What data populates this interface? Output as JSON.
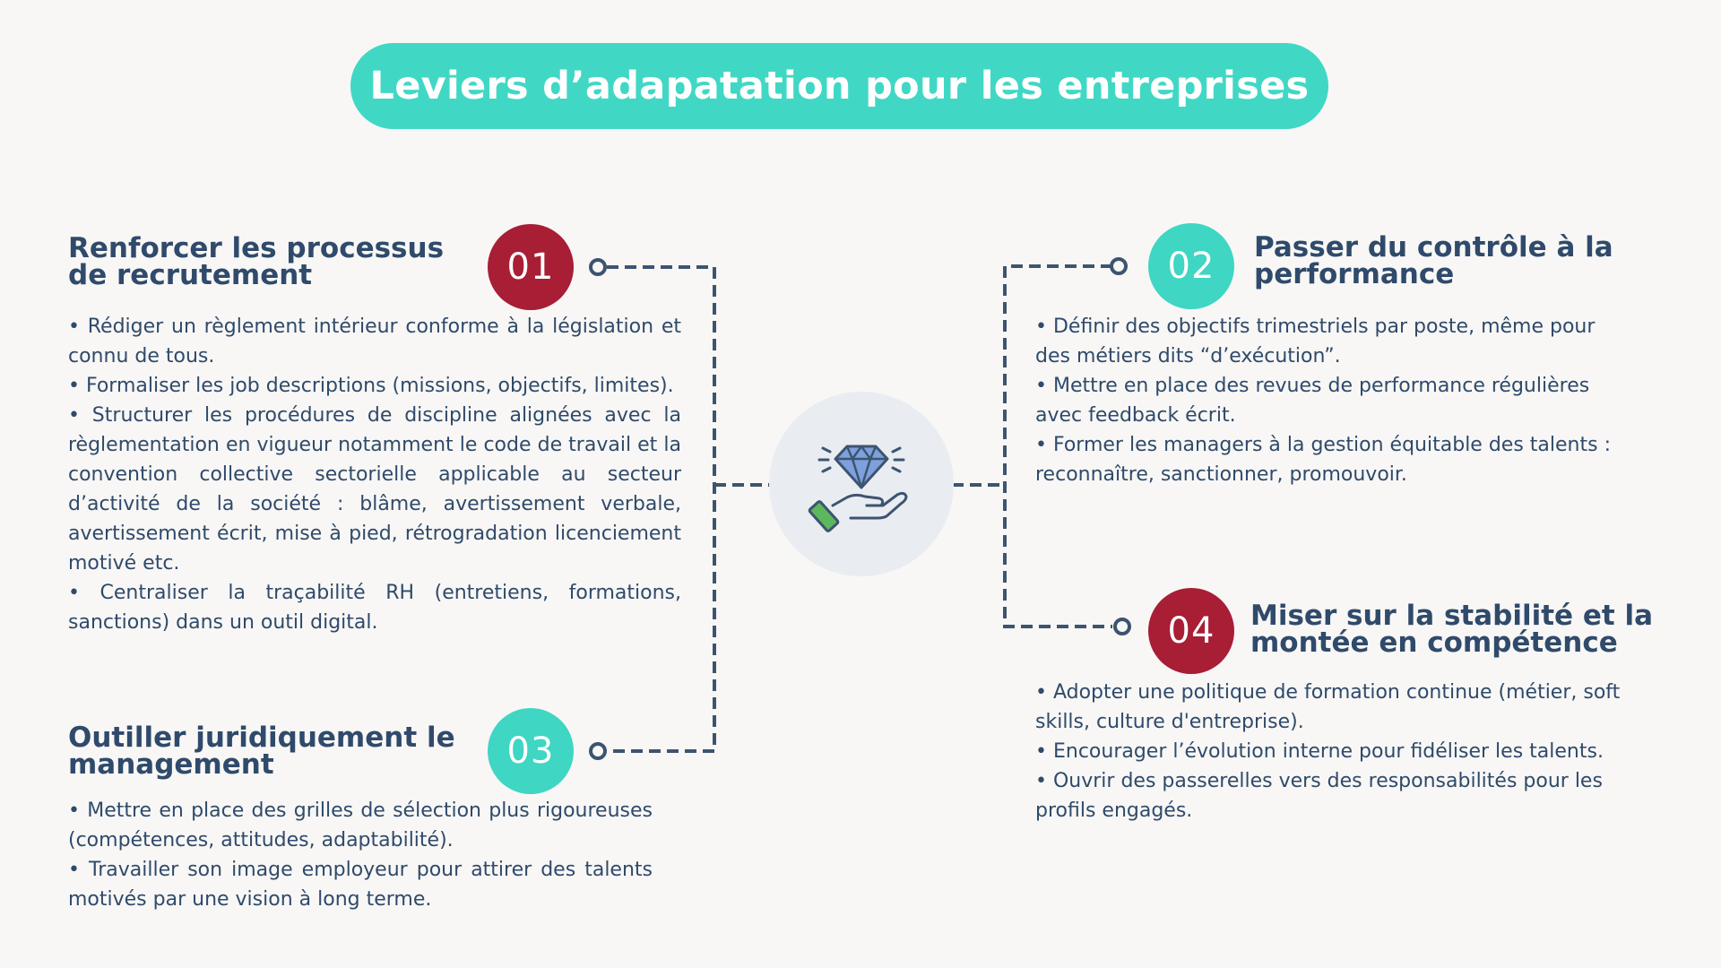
{
  "title": "Leviers d’adapatation pour les entreprises",
  "center_icon": "diamond-in-hand-icon",
  "colors": {
    "teal": "#3fd6c3",
    "red": "#a81e35",
    "text": "#2f4a6b",
    "connector": "#3d5470",
    "background": "#f8f7f5"
  },
  "sections": [
    {
      "number": "01",
      "title_line1": "Renforcer les processus",
      "title_line2": "de recrutement",
      "items": [
        "• Rédiger un règlement intérieur conforme à la législation et connu de tous.",
        "• Formaliser les job descriptions (missions, objectifs, limites).",
        "• Structurer les procédures de discipline alignées avec la règlementation en vigueur notamment le code de travail et la convention collective sectorielle applicable au secteur d’activité de la société : blâme, avertissement verbale, avertissement écrit, mise à pied, rétrogradation licenciement motivé etc.",
        "• Centraliser la traçabilité RH (entretiens, formations, sanctions) dans un outil digital."
      ]
    },
    {
      "number": "02",
      "title_line1": "Passer du contrôle à la",
      "title_line2": "performance",
      "items": [
        "• Définir des objectifs trimestriels par poste, même pour des métiers dits “d’exécution”.",
        " • Mettre en place des revues de performance régulières avec feedback écrit.",
        "• Former les managers à la gestion équitable des talents : reconnaître, sanctionner, promouvoir."
      ]
    },
    {
      "number": "03",
      "title_line1": "Outiller juridiquement le",
      "title_line2": "management",
      "items": [
        "• Mettre en place des grilles de sélection plus rigoureuses (compétences, attitudes, adaptabilité).",
        "• Travailler son image employeur pour attirer des talents motivés par une vision à long terme."
      ]
    },
    {
      "number": "04",
      "title_line1": "Miser sur la stabilité et la",
      "title_line2": "montée en compétence",
      "items": [
        "• Adopter une politique de formation continue (métier, soft skills, culture d'entreprise).",
        "• Encourager l’évolution interne pour fidéliser les talents.",
        "• Ouvrir des passerelles vers des responsabilités pour les profils engagés."
      ]
    }
  ]
}
